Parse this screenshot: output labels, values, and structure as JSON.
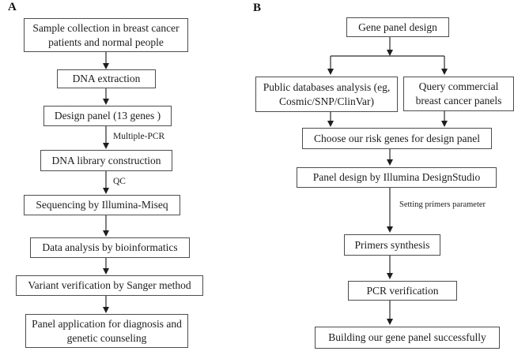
{
  "colors": {
    "background": "#ffffff",
    "box_border": "#4d4d4d",
    "text": "#1c1c1c",
    "arrow": "#2a2a2a"
  },
  "panel_a": {
    "label": "A",
    "steps": [
      "Sample collection in breast cancer patients and normal people",
      "DNA extraction",
      "Design panel (13 genes )",
      "DNA library construction",
      "Sequencing by Illumina-Miseq",
      "Data analysis by bioinformatics",
      "Variant verification by Sanger method",
      "Panel application for diagnosis and genetic counseling"
    ],
    "arrow_labels": {
      "multiple_pcr": "Multiple-PCR",
      "qc": "QC"
    }
  },
  "panel_b": {
    "label": "B",
    "steps": {
      "root": "Gene panel design",
      "branch_left": "Public databases analysis (eg, Cosmic/SNP/ClinVar)",
      "branch_right": "Query commercial breast cancer panels",
      "merge": "Choose our risk genes for design panel",
      "design": "Panel design by Illumina DesignStudio",
      "primers": "Primers synthesis",
      "pcr": "PCR verification",
      "final": "Building our gene panel successfully"
    },
    "arrow_labels": {
      "setting_primers": "Setting primers parameter"
    }
  }
}
